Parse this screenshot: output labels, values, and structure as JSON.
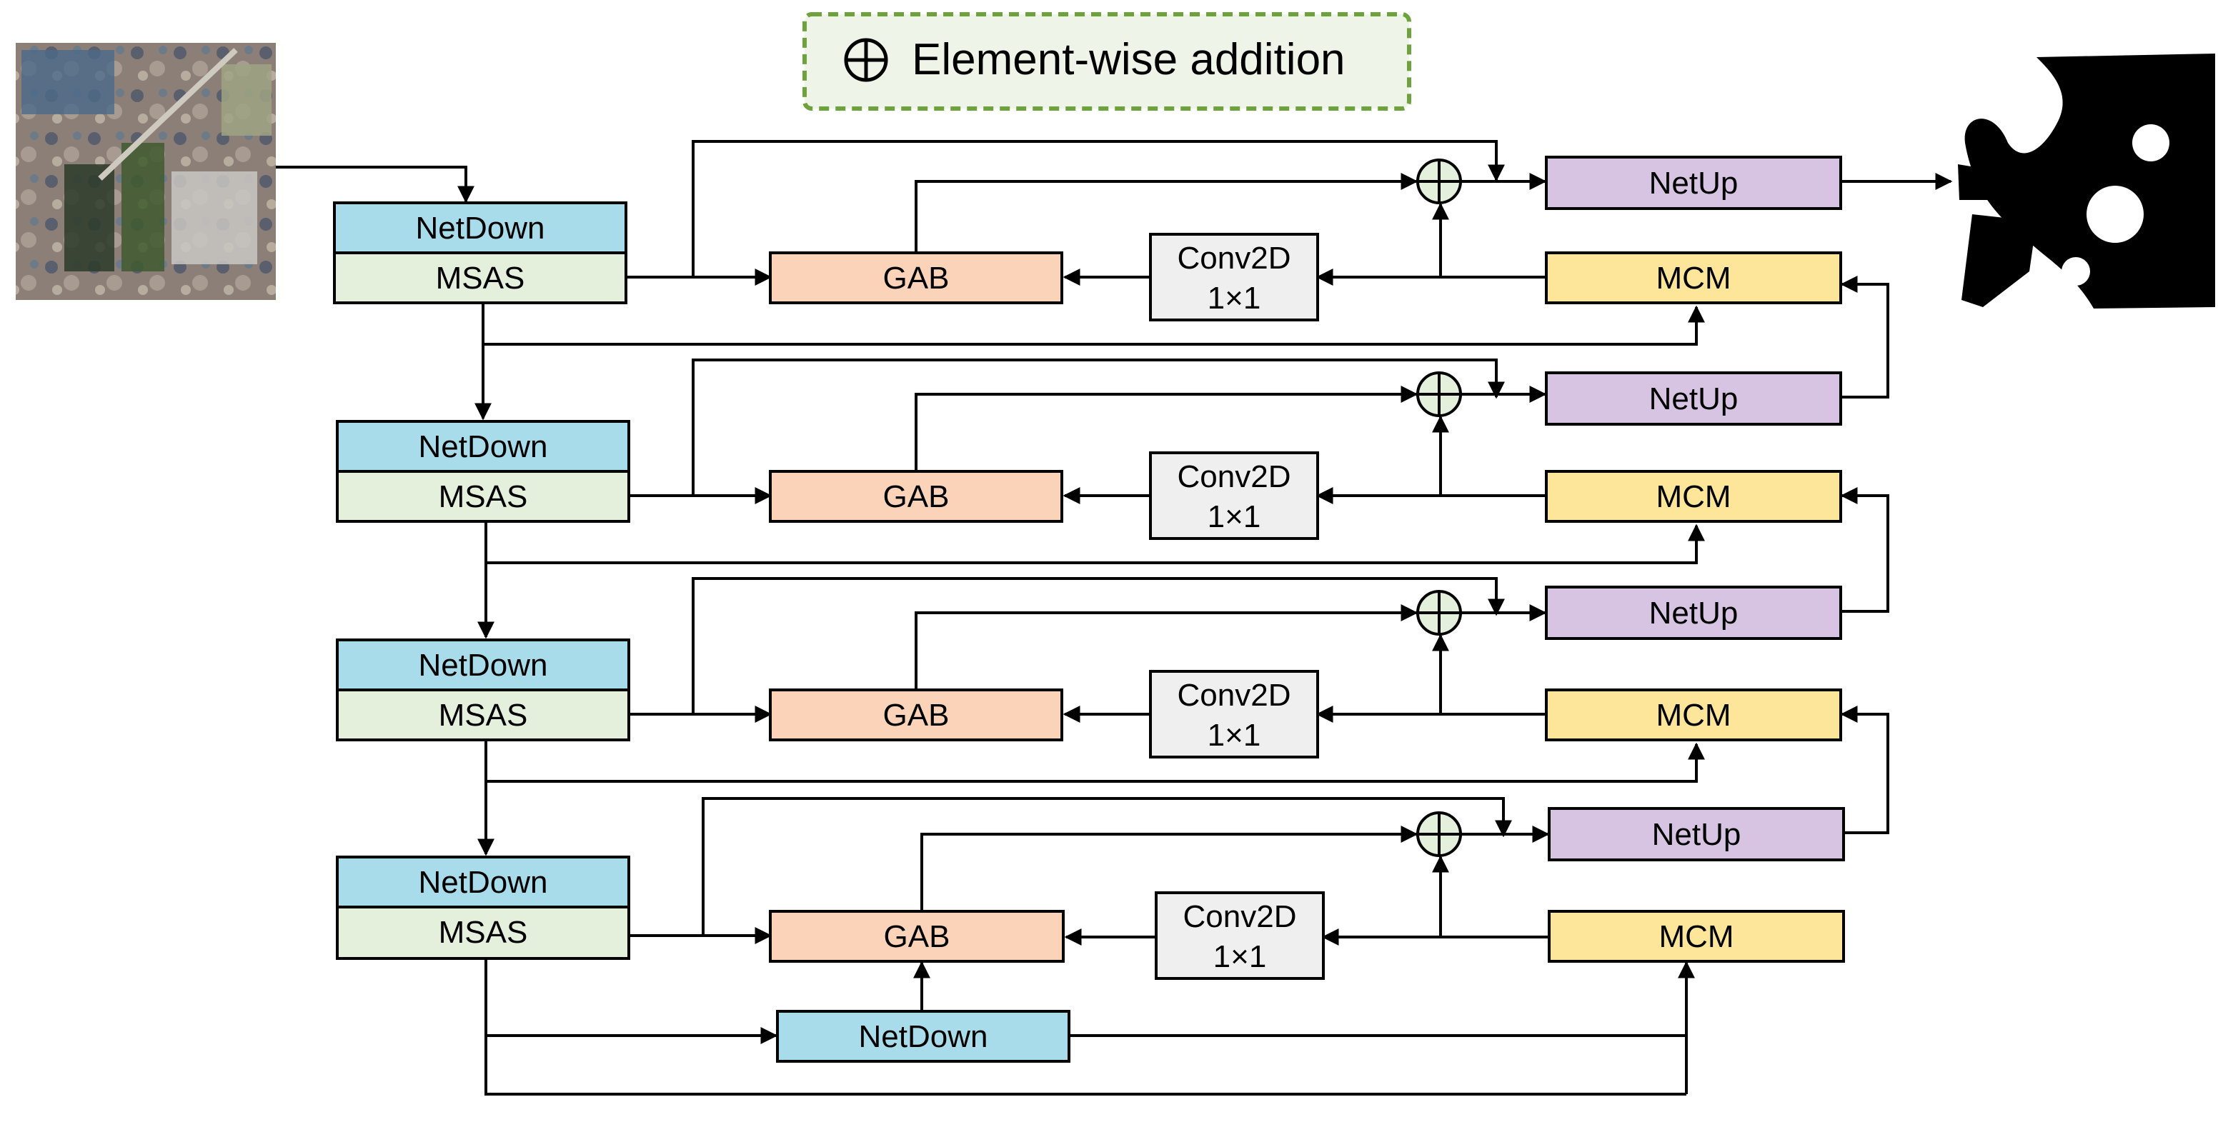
{
  "legend": {
    "label": "Element-wise addition",
    "symbol": "⊕"
  },
  "blocks": {
    "netdown": "NetDown",
    "msas": "MSAS",
    "gab": "GAB",
    "conv_line1": "Conv2D",
    "conv_line2": "1×1",
    "netup": "NetUp",
    "mcm": "MCM"
  },
  "colors": {
    "netdown": "#a8dcea",
    "msas": "#e4efdc",
    "gab": "#fbd3b8",
    "conv": "#efefef",
    "netup": "#d7c4e2",
    "mcm": "#fde59a",
    "add": "#e4efdc",
    "legend_border": "#6ea23c",
    "legend_fill": "#eef5e8"
  },
  "input_image": "satellite-image",
  "output_image": "segmentation-mask"
}
